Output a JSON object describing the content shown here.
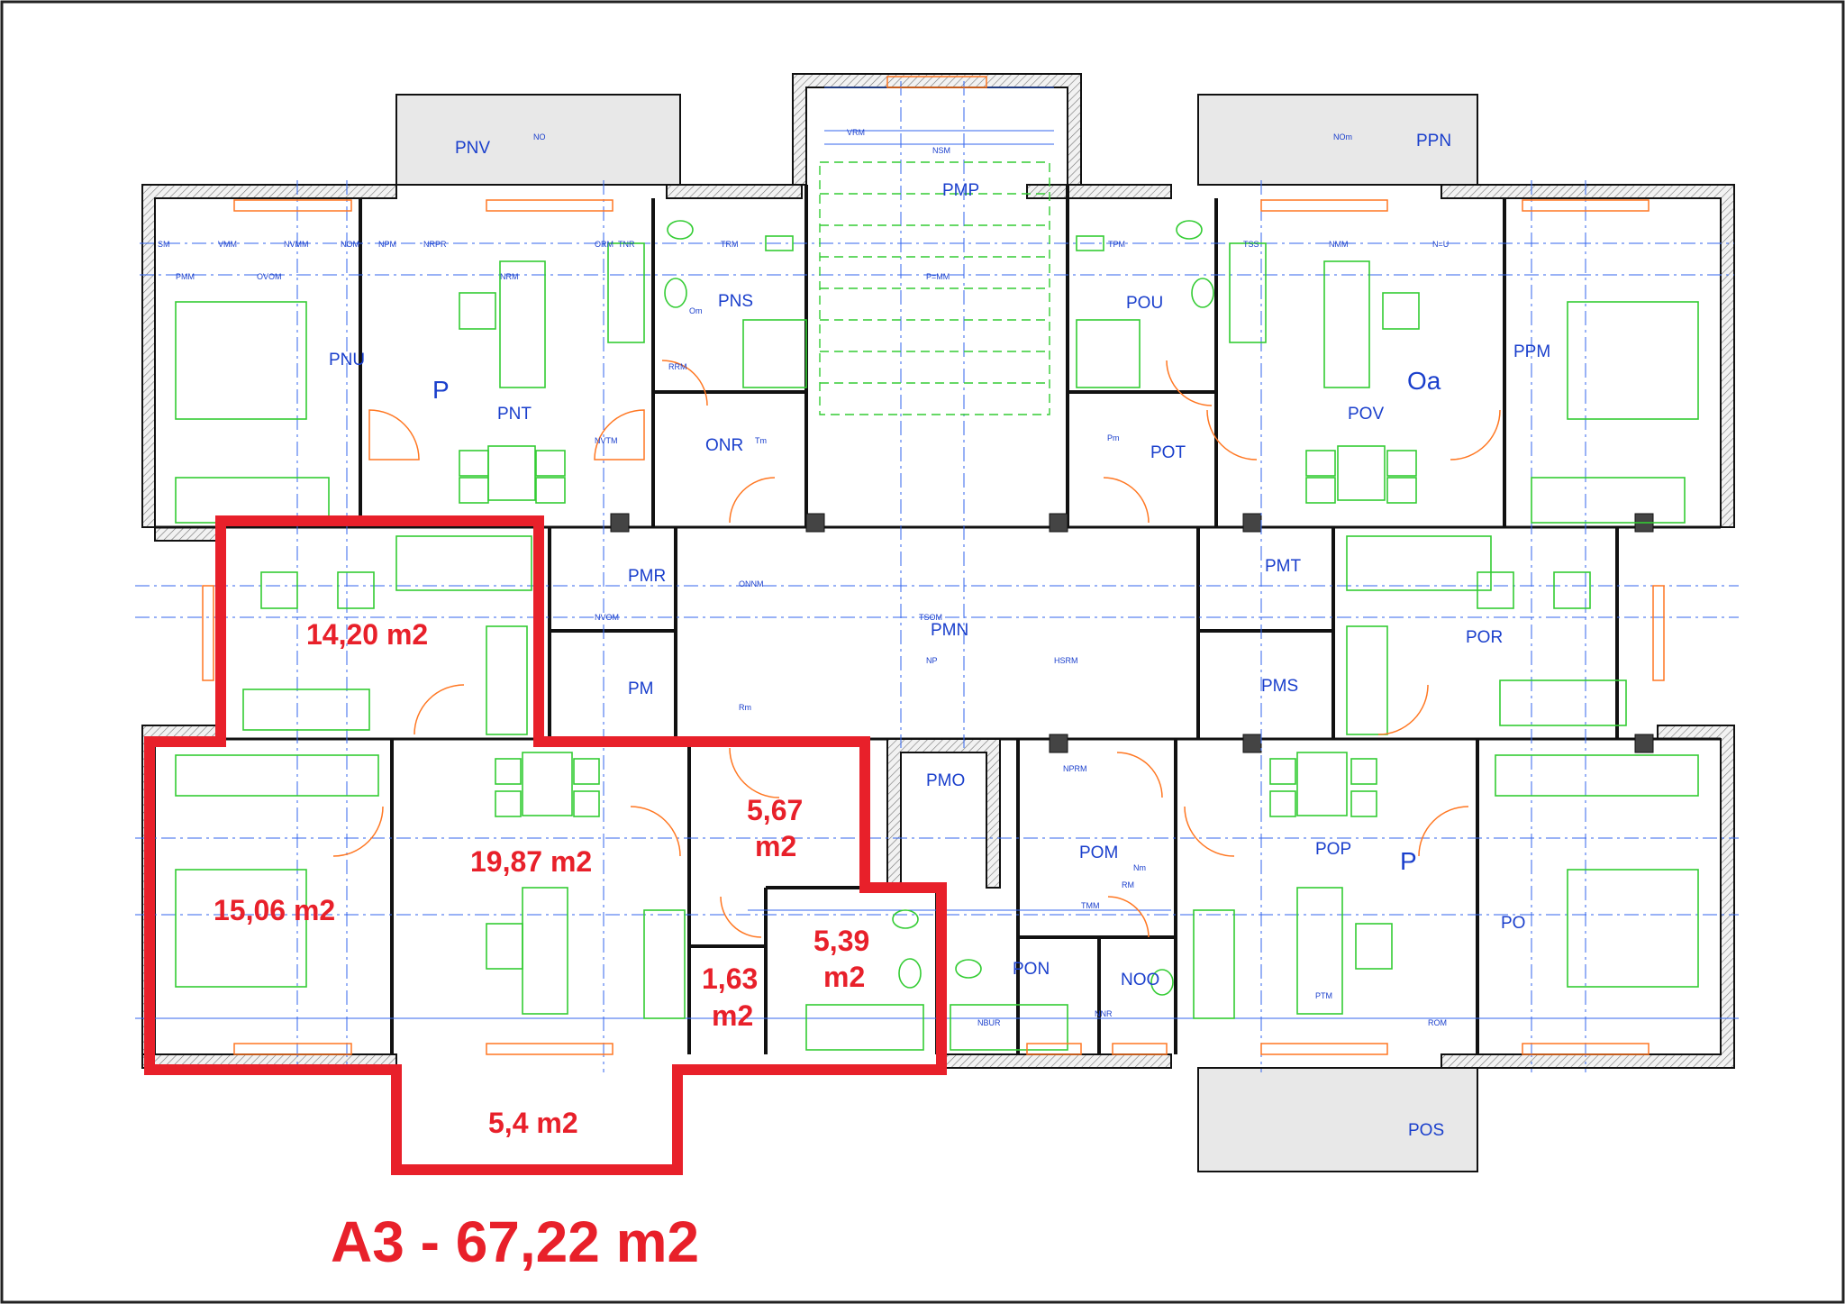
{
  "plan": {
    "total_label": "A3 - 67,22 m2",
    "highlight_color": "#e8202a",
    "areas": [
      {
        "id": "a1",
        "text": "14,20 m2"
      },
      {
        "id": "a2",
        "text": "15,06 m2"
      },
      {
        "id": "a3",
        "text": "19,87 m2"
      },
      {
        "id": "a4a",
        "text": "5,67"
      },
      {
        "id": "a4b",
        "text": "m2"
      },
      {
        "id": "a5a",
        "text": "5,39"
      },
      {
        "id": "a5b",
        "text": "m2"
      },
      {
        "id": "a6a",
        "text": "1,63"
      },
      {
        "id": "a6b",
        "text": "m2"
      },
      {
        "id": "a7",
        "text": "5,4 m2"
      }
    ],
    "room_codes": {
      "pnv": "PNV",
      "ppn": "PPN",
      "pmp": "PMP",
      "pnu": "PNU",
      "p_left": "P",
      "pnt": "PNT",
      "pns": "PNS",
      "onr": "ONR",
      "pou": "POU",
      "pot": "POT",
      "oa": "Oa",
      "pov": "POV",
      "ppm": "PPM",
      "pmr": "PMR",
      "pm": "PM",
      "pmn": "PMN",
      "pmt": "PMT",
      "pms": "PMS",
      "por": "POR",
      "pmo": "PMO",
      "pom": "POM",
      "pop": "POP",
      "p_right": "P",
      "po": "PO",
      "pon": "PON",
      "noo": "NOO",
      "pos": "POS"
    },
    "small_codes": [
      "SM",
      "VMM",
      "NVMM",
      "NOM",
      "NPM",
      "NRPR",
      "ORM",
      "TNR",
      "TRM",
      "NRM",
      "PMM",
      "OVOM",
      "RRM",
      "VRM",
      "NSM",
      "TPM",
      "TSS",
      "N=U",
      "NMM",
      "NVTM",
      "NPRM",
      "P=MM",
      "ONNM",
      "TSOM",
      "NVOM",
      "HSRM",
      "RM",
      "TMM",
      "NNR",
      "NBUR",
      "ROM",
      "PTM",
      "NP",
      "Pm",
      "Om",
      "Tm",
      "Rm",
      "Nm",
      "NO",
      "NOm"
    ]
  }
}
